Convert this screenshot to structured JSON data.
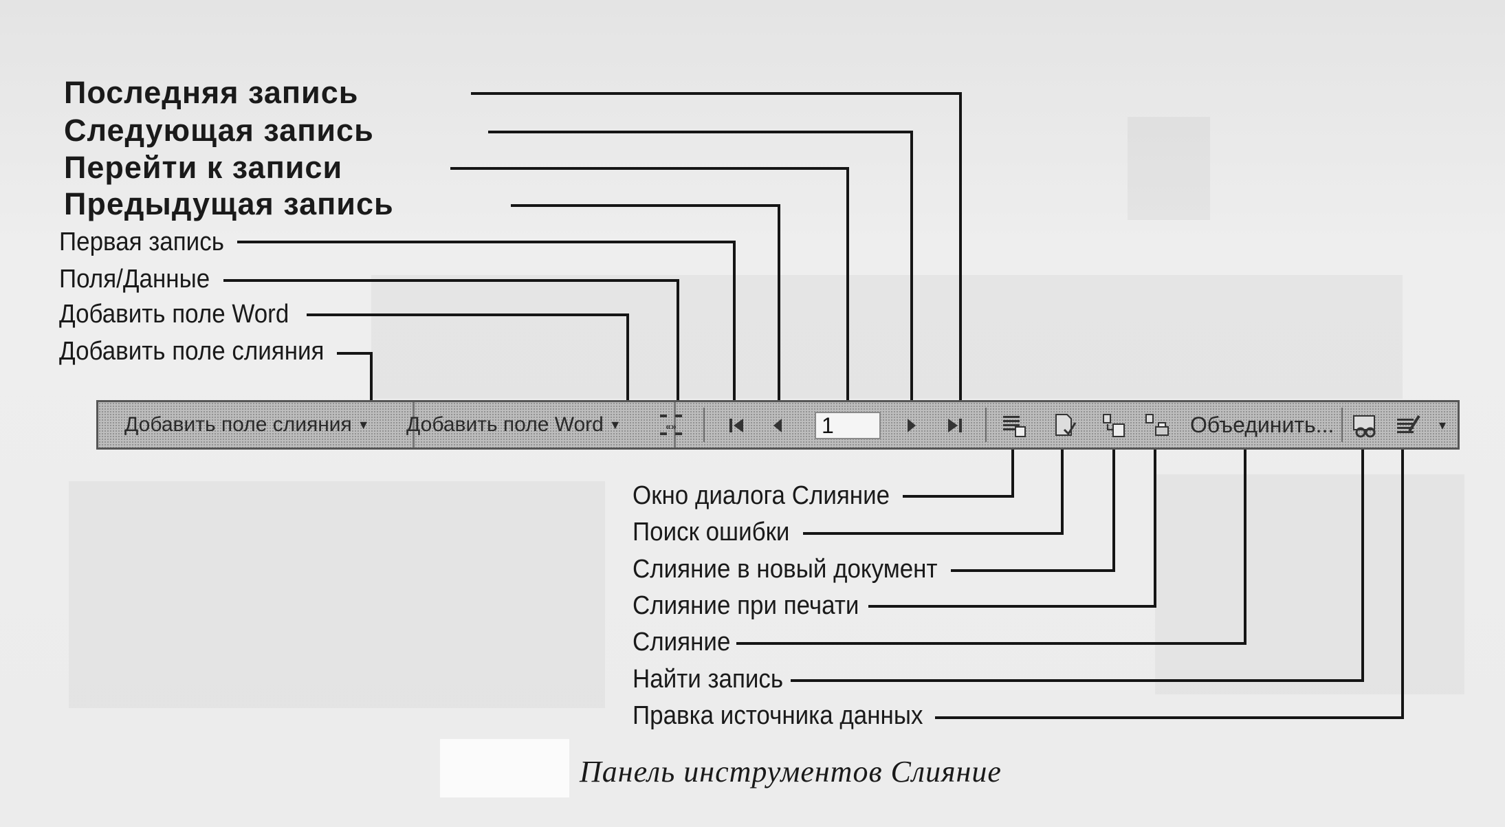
{
  "labels_top": {
    "last": "Последняя запись",
    "next": "Следующая запись",
    "goto": "Перейти к записи",
    "prev": "Предыдущая запись",
    "first": "Первая запись",
    "fields_data": "Поля/Данные",
    "add_word_field": "Добавить поле Word",
    "add_merge_field": "Добавить поле слияния"
  },
  "labels_bottom": {
    "dialog": "Окно диалога Слияние",
    "check_errors": "Поиск ошибки",
    "merge_new_doc": "Слияние в новый документ",
    "merge_print": "Слияние при печати",
    "merge": "Слияние",
    "find_record": "Найти запись",
    "edit_source": "Правка источника данных"
  },
  "toolbar": {
    "merge_field_dropdown": "Добавить поле слияния",
    "word_field_dropdown": "Добавить поле Word",
    "record_number": "1",
    "merge_button": "Объединить..."
  },
  "caption": "Панель инструментов Слияние",
  "icons": [
    "abc-fields-icon",
    "first-record-icon",
    "prev-record-icon",
    "next-record-icon",
    "last-record-icon",
    "merge-dialog-icon",
    "check-errors-icon",
    "merge-to-doc-icon",
    "merge-to-printer-icon",
    "find-record-icon",
    "edit-source-icon",
    "more-buttons-icon"
  ]
}
